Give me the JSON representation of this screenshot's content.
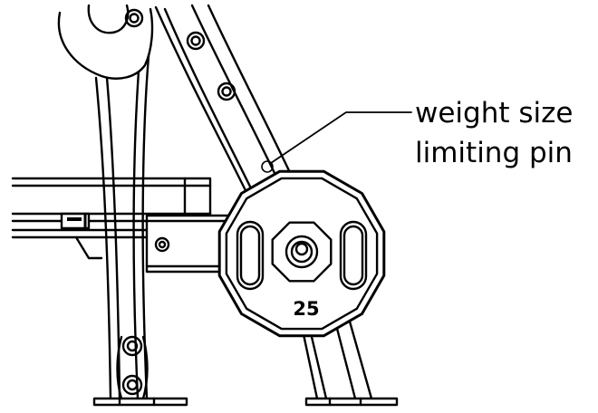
{
  "callout": {
    "line1": "weight size",
    "line2": "limiting pin"
  },
  "plate": {
    "weight_label": "25"
  },
  "colors": {
    "stroke": "#000000",
    "fill": "#ffffff"
  },
  "icons": {
    "pin": "weight-size-limiting-pin-icon"
  }
}
